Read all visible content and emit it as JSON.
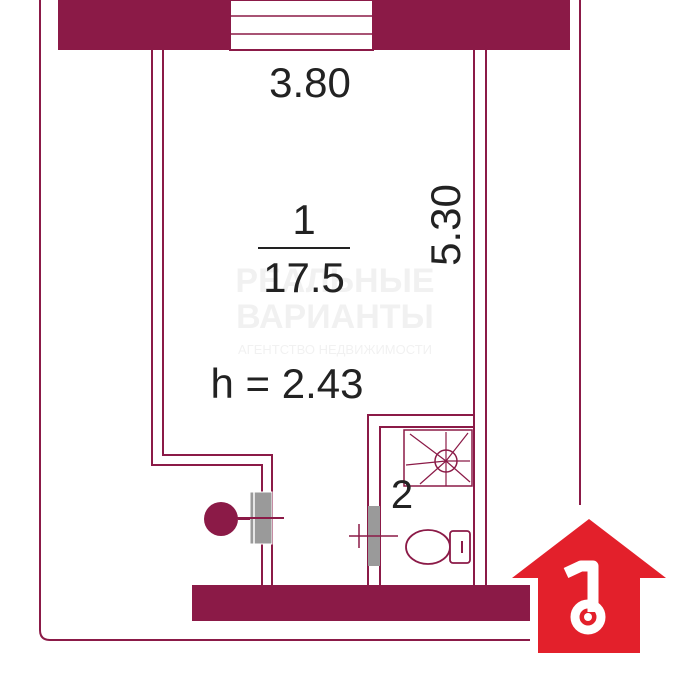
{
  "plan": {
    "top_dimension": "3.80",
    "side_dimension": "5.30",
    "room1_number": "1",
    "room1_area": "17.5",
    "ceiling_height": "h = 2.43",
    "room2_number": "2"
  },
  "watermark": {
    "line1": "РЕАЛЬНЫЕ",
    "line2": "ВАРИАНТЫ",
    "line3": "АГЕНТСТВО НЕДВИЖИМОСТИ"
  },
  "colors": {
    "wall": "#8B1A47",
    "logo": "#E3202B"
  },
  "icons": {
    "logo": "house-key-icon",
    "shower": "shower-icon",
    "toilet": "toilet-icon",
    "door": "door-icon",
    "riser": "riser-icon"
  }
}
